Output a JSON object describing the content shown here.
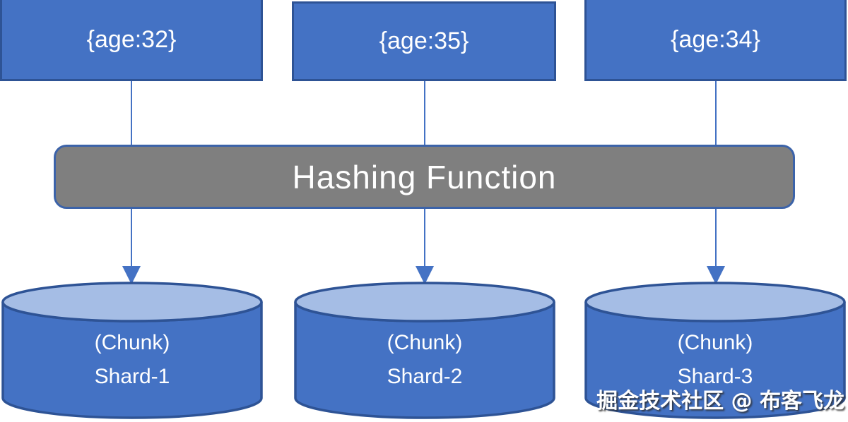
{
  "diagram": {
    "title_semantic": "MongoDB hashed sharding diagram",
    "inputs": [
      {
        "label": "{age:32}"
      },
      {
        "label": "{age:35}"
      },
      {
        "label": "{age:34}"
      }
    ],
    "hash_box": {
      "label": "Hashing Function"
    },
    "shards": [
      {
        "line1": "(Chunk)",
        "line2": "Shard-1"
      },
      {
        "line1": "(Chunk)",
        "line2": "Shard-2"
      },
      {
        "line1": "(Chunk)",
        "line2": "Shard-3"
      }
    ],
    "watermark": "掘金技术社区 @ 布客飞龙",
    "colors": {
      "box_fill": "#4472C4",
      "box_border": "#2E5395",
      "hash_fill": "#7F7F7F",
      "hash_border": "#3C63A9",
      "cylinder_body_fill": "#4472C4",
      "cylinder_top_fill": "#A5BDE5",
      "arrow": "#4472C4",
      "text": "#FFFFFF",
      "background": "#FFFFFF"
    }
  }
}
